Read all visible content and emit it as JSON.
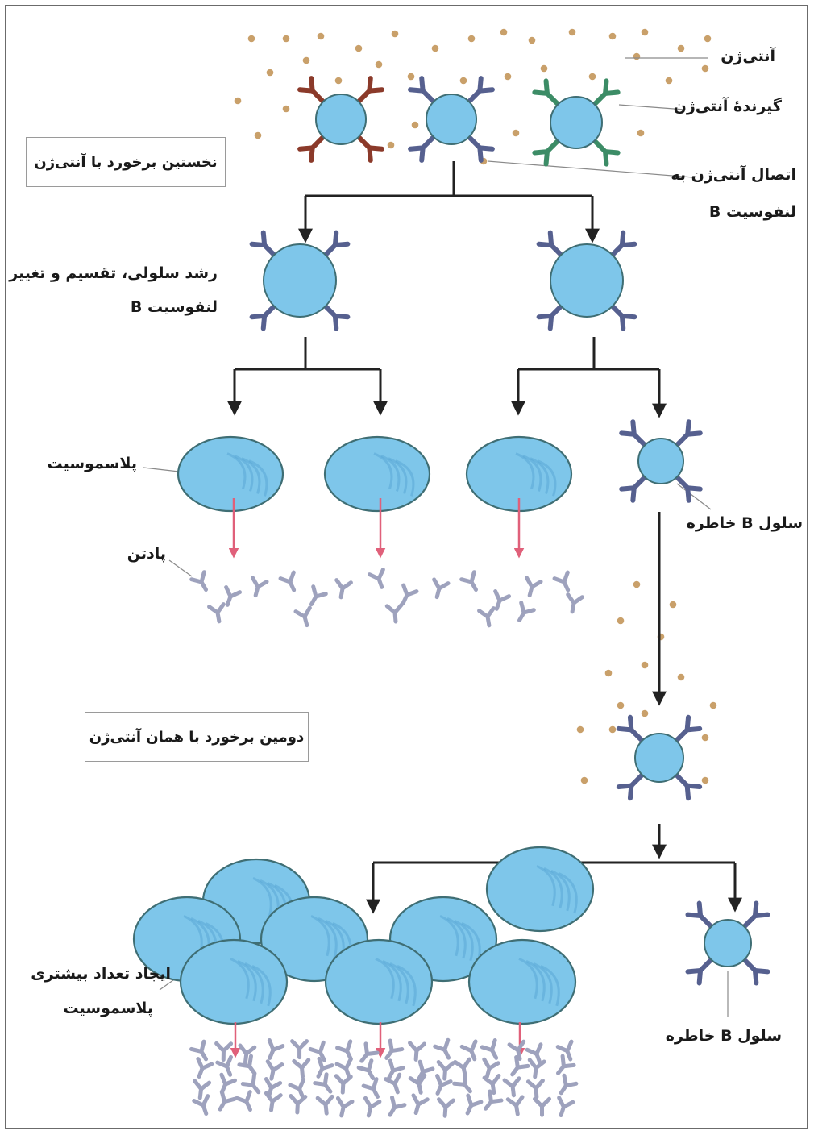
{
  "labels": {
    "antigen": "آنتی‌ژن",
    "antigen_receptor": "گیرندهٔ آنتی‌ژن",
    "antigen_binding_line1": "اتصال آنتی‌ژن به",
    "antigen_binding_line2": "لنفوسیت B",
    "growth_line1": "رشد سلولی، تقسیم و تغییر",
    "growth_line2": "لنفوسیت B",
    "plasmocyte": "پلاسموسیت",
    "antibody": "پادتن",
    "memory_b_cell": "سلول B خاطره",
    "more_plasmocytes_line1": "ایجاد تعداد بیشتری",
    "more_plasmocytes_line2": "پلاسموسیت",
    "memory_b_cell_2": "سلول B خاطره"
  },
  "boxes": {
    "first_encounter": "نخستین برخورد با آنتی‌ژن",
    "second_encounter": "دومین برخورد با همان آنتی‌ژن"
  },
  "colors": {
    "cell_fill": "#7ec6ea",
    "cell_stroke": "#3f6e74",
    "receptor_purple": "#56608f",
    "receptor_brown": "#8b3a2a",
    "receptor_green": "#3c8c66",
    "antigen_dot": "#c9a06a",
    "antibody": "#9ea2bd",
    "secretion_arrow": "#e0607a",
    "flow_arrow": "#222222"
  }
}
